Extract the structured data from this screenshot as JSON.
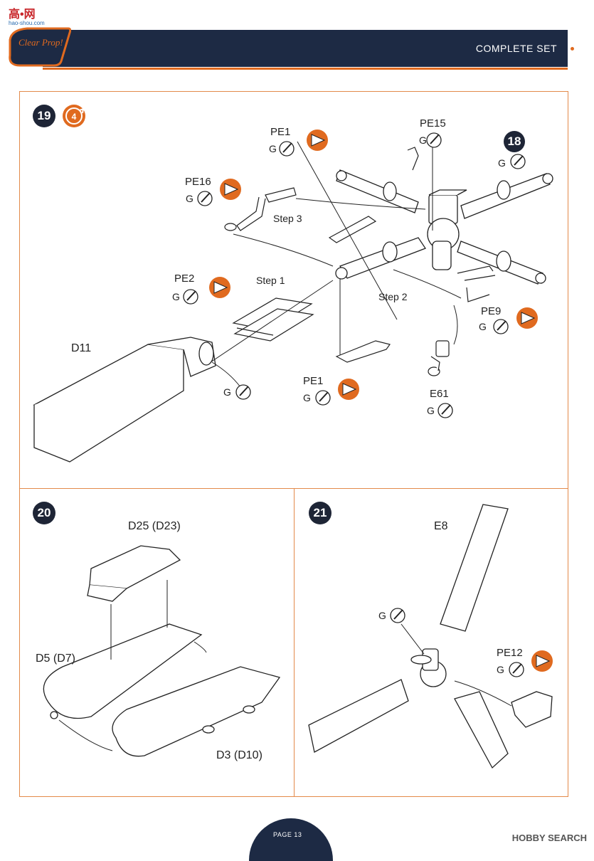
{
  "header": {
    "watermark_top": "高•网",
    "watermark_sub": "hao-shou.com",
    "logo_text": "Clear Prop!",
    "set_title": "COMPLETE SET"
  },
  "steps": {
    "s19": {
      "number": "19",
      "rotate_badge": "4"
    },
    "s20": {
      "number": "20"
    },
    "s21": {
      "number": "21"
    }
  },
  "labels19": {
    "pe1_top": "PE1",
    "pe15": "PE15",
    "ref18": "18",
    "pe16": "PE16",
    "step3": "Step 3",
    "step1": "Step 1",
    "pe2": "PE2",
    "step2": "Step 2",
    "pe9": "PE9",
    "d11": "D11",
    "pe1_bottom": "PE1",
    "e61": "E61",
    "g": "G"
  },
  "labels20": {
    "d25": "D25 (D23)",
    "d5": "D5 (D7)",
    "d3": "D3 (D10)"
  },
  "labels21": {
    "e8": "E8",
    "pe12": "PE12",
    "g": "G"
  },
  "footer": {
    "page": "PAGE 13",
    "watermark": "HOBBY SEARCH"
  },
  "colors": {
    "navy": "#1d2a44",
    "accent_orange": "#e06a1f",
    "panel_border": "#e38a4a",
    "badge": "#1e2536"
  }
}
